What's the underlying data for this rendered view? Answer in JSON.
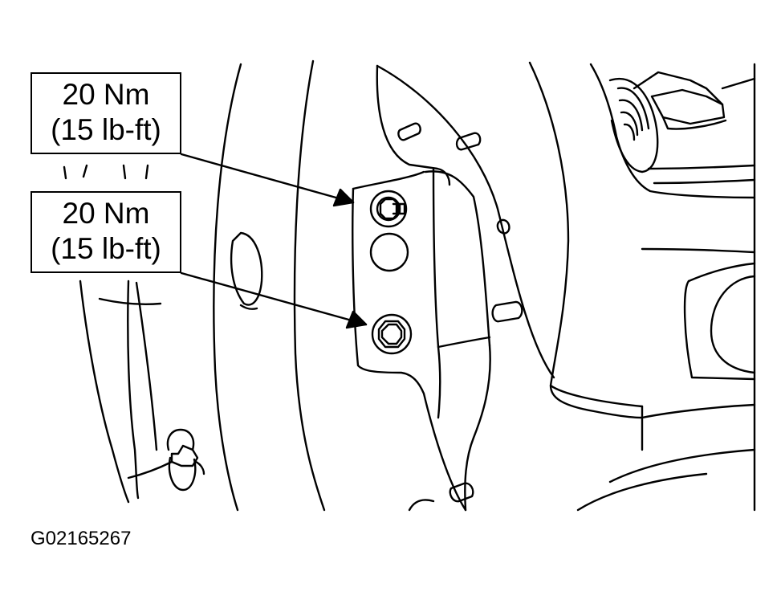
{
  "callouts": [
    {
      "torque_metric": "20 Nm",
      "torque_imperial": "(15 lb-ft)"
    },
    {
      "torque_metric": "20 Nm",
      "torque_imperial": "(15 lb-ft)"
    }
  ],
  "figure_id": "G02165267",
  "colors": {
    "line": "#000000",
    "background": "#ffffff"
  }
}
